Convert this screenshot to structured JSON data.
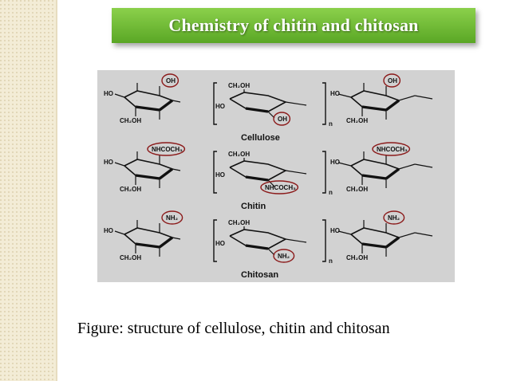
{
  "slide": {
    "title": "Chemistry of chitin and chitosan",
    "caption": "Figure: structure of cellulose, chitin and chitosan"
  },
  "structures": [
    {
      "name": "Cellulose",
      "labels": {
        "ho_left": "HO",
        "sub_left": "OH",
        "ch2_left": "CH₂OH",
        "ch2_mid": "CH₂OH",
        "ho_mid": "HO",
        "sub_mid": "OH",
        "ho_right": "HO",
        "sub_right": "OH",
        "ch2_right": "CH₂OH",
        "n": "n"
      }
    },
    {
      "name": "Chitin",
      "labels": {
        "ho_left": "HO",
        "sub_left": "NHCOCH₃",
        "ch2_left": "CH₂OH",
        "ch2_mid": "CH₂OH",
        "ho_mid": "HO",
        "sub_mid": "NHCOCH₃",
        "ho_right": "HO",
        "sub_right": "NHCOCH₃",
        "ch2_right": "CH₂OH",
        "n": "n"
      }
    },
    {
      "name": "Chitosan",
      "labels": {
        "ho_left": "HO",
        "sub_left": "NH₂",
        "ch2_left": "CH₂OH",
        "ch2_mid": "CH₂OH",
        "ho_mid": "HO",
        "sub_mid": "NH₂",
        "ho_right": "HO",
        "sub_right": "NH₂",
        "ch2_right": "CH₂OH",
        "n": "n"
      }
    }
  ],
  "colors": {
    "highlight_circle": "#8b1a1a",
    "banner": "#6cbd33"
  }
}
